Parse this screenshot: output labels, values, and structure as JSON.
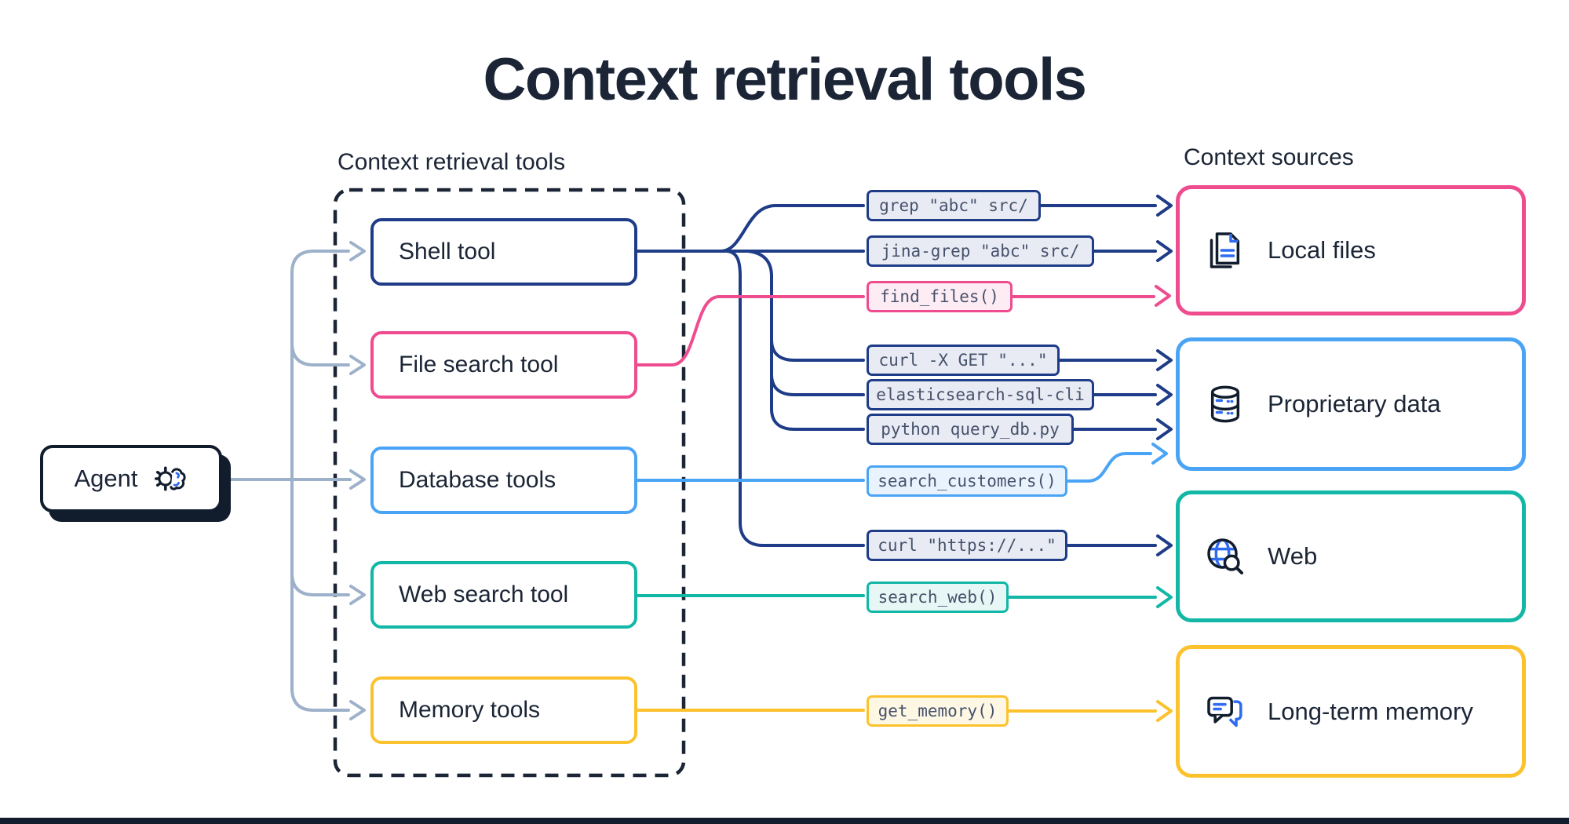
{
  "title": "Context retrieval tools",
  "agent": {
    "label": "Agent",
    "icon": "gear-brain-icon"
  },
  "tools_group": {
    "label": "Context retrieval tools"
  },
  "sources_group": {
    "label": "Context sources"
  },
  "tools": [
    {
      "id": "shell",
      "label": "Shell tool",
      "color": "#1e3c87"
    },
    {
      "id": "file-search",
      "label": "File search tool",
      "color": "#ee4c8f"
    },
    {
      "id": "database",
      "label": "Database tools",
      "color": "#4aa4f5"
    },
    {
      "id": "web-search",
      "label": "Web search tool",
      "color": "#12b7a5"
    },
    {
      "id": "memory",
      "label": "Memory tools",
      "color": "#fcc22d"
    }
  ],
  "commands": [
    {
      "id": "grep",
      "text": "grep \"abc\" src/",
      "color": "#1e3c87",
      "from": "shell",
      "to": "local-files"
    },
    {
      "id": "jina-grep",
      "text": "jina-grep \"abc\" src/",
      "color": "#1e3c87",
      "from": "shell",
      "to": "local-files"
    },
    {
      "id": "find-files",
      "text": "find_files()",
      "color": "#ee4c8f",
      "from": "file-search",
      "to": "local-files"
    },
    {
      "id": "curl-get",
      "text": "curl -X GET \"...\"",
      "color": "#1e3c87",
      "from": "shell",
      "to": "proprietary-data"
    },
    {
      "id": "elasticsearch",
      "text": "elasticsearch-sql-cli",
      "color": "#1e3c87",
      "from": "shell",
      "to": "proprietary-data"
    },
    {
      "id": "python-query",
      "text": "python query_db.py",
      "color": "#1e3c87",
      "from": "shell",
      "to": "proprietary-data"
    },
    {
      "id": "search-customers",
      "text": "search_customers()",
      "color": "#4aa4f5",
      "from": "database",
      "to": "proprietary-data"
    },
    {
      "id": "curl-https",
      "text": "curl \"https://...\"",
      "color": "#1e3c87",
      "from": "shell",
      "to": "web"
    },
    {
      "id": "search-web",
      "text": "search_web()",
      "color": "#12b7a5",
      "from": "web-search",
      "to": "web"
    },
    {
      "id": "get-memory",
      "text": "get_memory()",
      "color": "#fcc22d",
      "from": "memory",
      "to": "long-term-memory"
    }
  ],
  "sources": [
    {
      "id": "local-files",
      "label": "Local files",
      "icon": "documents-icon",
      "color": "#ee4c8f"
    },
    {
      "id": "proprietary-data",
      "label": "Proprietary data",
      "icon": "database-icon",
      "color": "#4aa4f5"
    },
    {
      "id": "web",
      "label": "Web",
      "icon": "globe-search-icon",
      "color": "#12b7a5"
    },
    {
      "id": "long-term-memory",
      "label": "Long-term memory",
      "icon": "chat-bubbles-icon",
      "color": "#fcc22d"
    }
  ],
  "colors": {
    "navy": "#1e3c87",
    "pink": "#ee4c8f",
    "blue": "#4aa4f5",
    "teal": "#12b7a5",
    "yellow": "#fcc22d",
    "slate_arrow": "#9db1ca",
    "ink": "#1b2536",
    "bottom_bar": "#111c2c"
  }
}
